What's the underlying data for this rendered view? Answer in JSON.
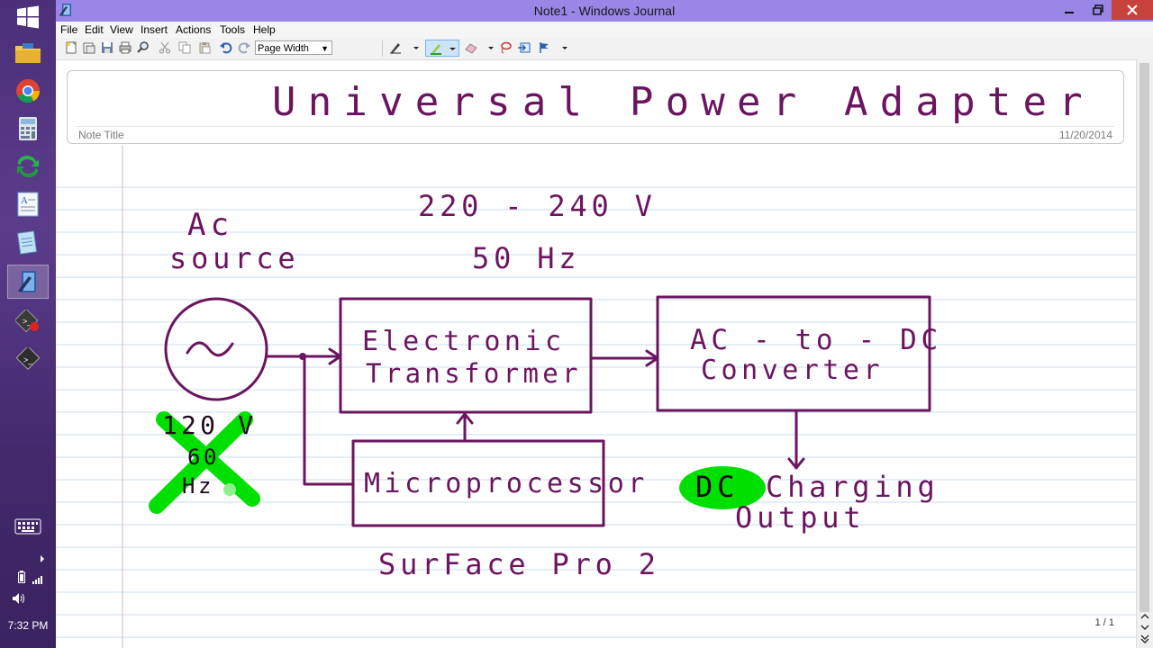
{
  "window": {
    "title": "Note1 - Windows Journal"
  },
  "menu": [
    "File",
    "Edit",
    "View",
    "Insert",
    "Actions",
    "Tools",
    "Help"
  ],
  "toolbar": {
    "zoom_value": "Page Width"
  },
  "title_area": {
    "label": "Note Title",
    "date": "11/20/2014"
  },
  "handwriting": {
    "title": "Universal Power Adapter",
    "voltage": "220 - 240 V",
    "frequency": "50 Hz",
    "ac_line1": "Ac",
    "ac_line2": "source",
    "box_transformer_line1": "Electronic",
    "box_transformer_line2": "Transformer",
    "box_converter_line1": "AC - to - DC",
    "box_converter_line2": "Converter",
    "box_micro": "Microprocessor",
    "surface": "SurFace Pro 2",
    "us_volt": "120 V",
    "us_freq_line1": "60",
    "us_freq_line2": "Hz",
    "dc_label": "DC",
    "output_line1": "Charging",
    "output_line2": "Output"
  },
  "status": {
    "page": "1 / 1"
  },
  "taskbar": {
    "clock": "7:32 PM"
  },
  "colors": {
    "ink": "#6b145f",
    "highlighter": "#00e000",
    "titlebar": "#9a86e6",
    "taskbar": "#4b2f78"
  }
}
